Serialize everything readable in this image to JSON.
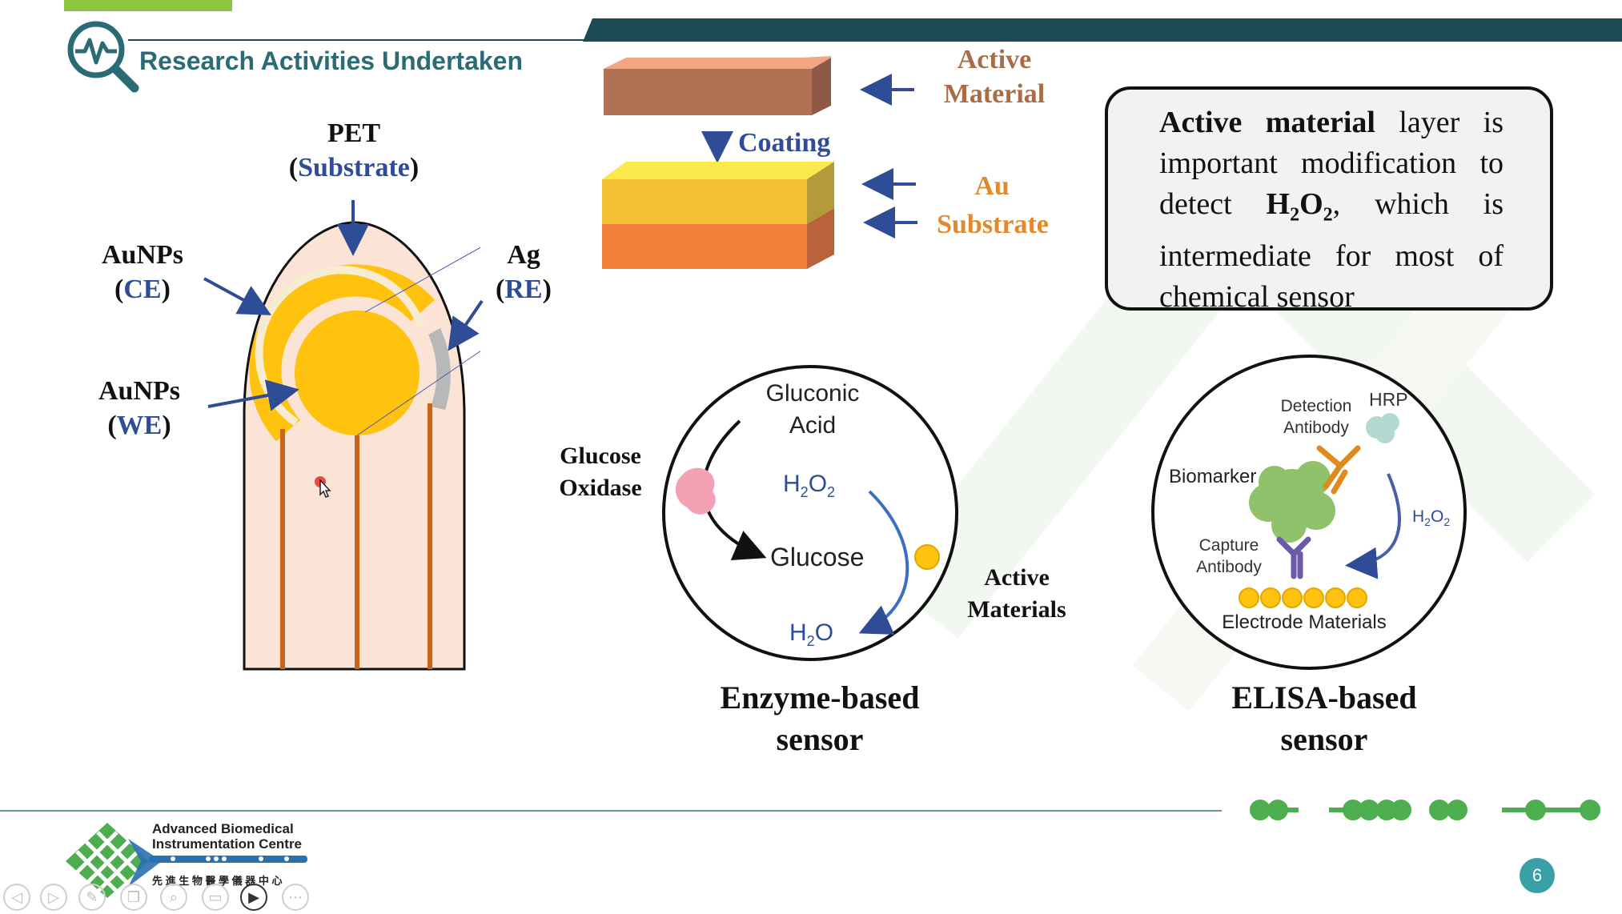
{
  "header": {
    "title": "Research Activities Undertaken"
  },
  "electrode": {
    "pet": "PET",
    "substrate": "Substrate",
    "aunps_ce_name": "AuNPs",
    "aunps_ce_sub": "CE",
    "aunps_we_name": "AuNPs",
    "aunps_we_sub": "WE",
    "ag_name": "Ag",
    "ag_sub": "RE"
  },
  "layers": {
    "active_material": [
      "Active",
      "Material"
    ],
    "coating": "Coating",
    "au": "Au",
    "substrate": "Substrate"
  },
  "note": {
    "bold1": "Active material",
    "text1": " layer is important modification to detect ",
    "h2o2_h": "H",
    "h2o2_2a": "2",
    "h2o2_o": "O",
    "h2o2_2b": "2",
    "text2": ", which is intermediate for most of chemical sensor"
  },
  "enzyme": {
    "gluconic": [
      "Gluconic",
      "Acid"
    ],
    "h2o2": {
      "main": "H",
      "s1": "2",
      "o": "O",
      "s2": "2"
    },
    "glucose": "Glucose",
    "h2o": {
      "main": "H",
      "s1": "2",
      "o": "O"
    },
    "glucose_oxidase": [
      "Glucose",
      "Oxidase"
    ],
    "active_materials": [
      "Active",
      "Materials"
    ],
    "caption": [
      "Enzyme-based",
      "sensor"
    ]
  },
  "elisa": {
    "detection": [
      "Detection",
      "Antibody"
    ],
    "hrp": "HRP",
    "biomarker": "Biomarker",
    "h2o2": {
      "main": "H",
      "s1": "2",
      "o": "O",
      "s2": "2"
    },
    "capture": [
      "Capture",
      "Antibody"
    ],
    "electrode_materials": "Electrode Materials",
    "caption": [
      "ELISA-based",
      "sensor"
    ]
  },
  "footer": {
    "logo_line1": "Advanced  Biomedical",
    "logo_line2": "Instrumentation Centre",
    "logo_chinese": "先 進 生 物 醫 學 儀 器 中 心",
    "page_number": "6"
  },
  "colors": {
    "accent_green": "#8cc63f",
    "header_bar": "#1d4a55",
    "brand_teal": "#2b6b73",
    "label_blue": "#2e4d96",
    "label_brown": "#a86d47",
    "label_orange": "#e2892c",
    "gold": "#ffc20e",
    "page_badge": "#3aa0a8"
  },
  "icons": [
    "search-pulse-icon",
    "prev-icon",
    "next-icon",
    "pen-icon",
    "copy-icon",
    "zoom-icon",
    "subtitles-icon",
    "camera-icon",
    "more-icon",
    "cursor-icon"
  ]
}
